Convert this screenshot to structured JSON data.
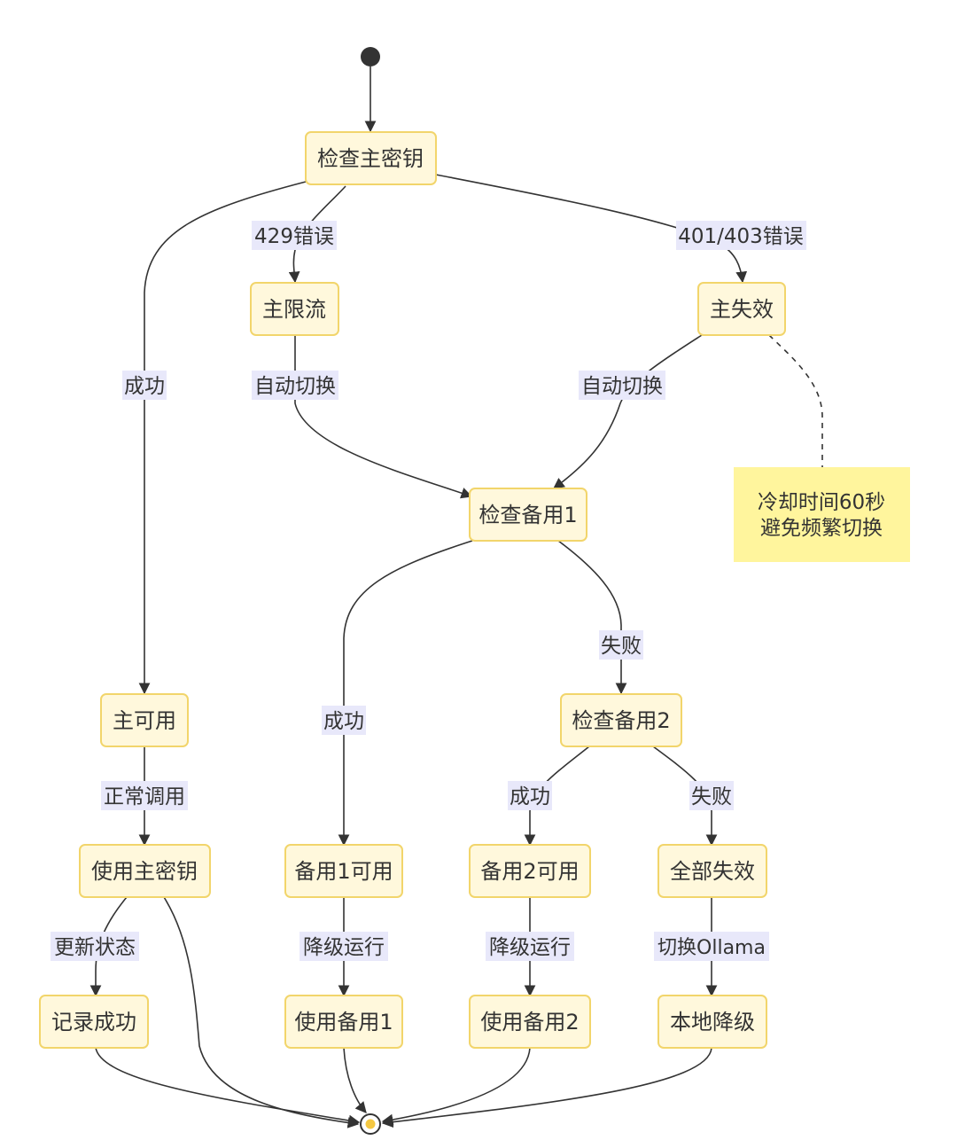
{
  "nodes": {
    "check_primary": "检查主密钥",
    "primary_ratelimited": "主限流",
    "primary_invalid": "主失效",
    "check_backup1": "检查备用1",
    "check_backup2": "检查备用2",
    "primary_available": "主可用",
    "use_primary": "使用主密钥",
    "record_success": "记录成功",
    "backup1_available": "备用1可用",
    "use_backup1": "使用备用1",
    "backup2_available": "备用2可用",
    "use_backup2": "使用备用2",
    "all_failed": "全部失效",
    "local_degrade": "本地降级"
  },
  "edges": {
    "e_429": "429错误",
    "e_401": "401/403错误",
    "e_success_primary": "成功",
    "e_auto_switch_1": "自动切换",
    "e_auto_switch_2": "自动切换",
    "e_fail_b1": "失败",
    "e_success_b1": "成功",
    "e_normal_call": "正常调用",
    "e_success_b2": "成功",
    "e_fail_b2": "失败",
    "e_update_status": "更新状态",
    "e_degrade_1": "降级运行",
    "e_degrade_2": "降级运行",
    "e_switch_ollama": "切换Ollama"
  },
  "note": {
    "line1": "冷却时间60秒",
    "line2": "避免频繁切换"
  },
  "colors": {
    "state_fill": "#fff8dc",
    "state_stroke": "#f2d56b",
    "edge_label_bg": "#e8e8fa",
    "note_fill": "#fff59d",
    "line": "#333333",
    "end_dot": "#f5c842"
  }
}
